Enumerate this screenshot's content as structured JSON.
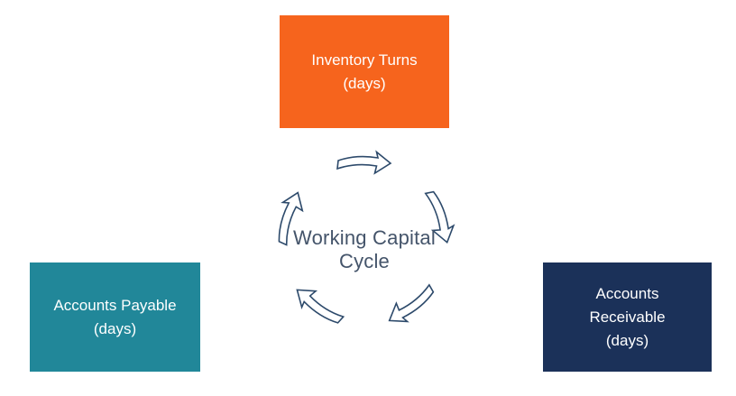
{
  "diagram": {
    "title": "Working Capital Cycle diagram",
    "center_label": "Working Capital\nCycle",
    "center_label_color": "#44546a",
    "background_color": "#ffffff",
    "box_text_color": "#ffffff",
    "arrow_color": "#2d4a6b",
    "cycle_direction": "clockwise",
    "arrow_count": 5,
    "boxes": {
      "inventory": {
        "label": "Inventory Turns\n(days)",
        "color": "#f6641d"
      },
      "payable": {
        "label": "Accounts Payable\n(days)",
        "color": "#218799"
      },
      "receivable": {
        "label": "Accounts\nReceivable\n(days)",
        "color": "#1b3159"
      }
    }
  }
}
